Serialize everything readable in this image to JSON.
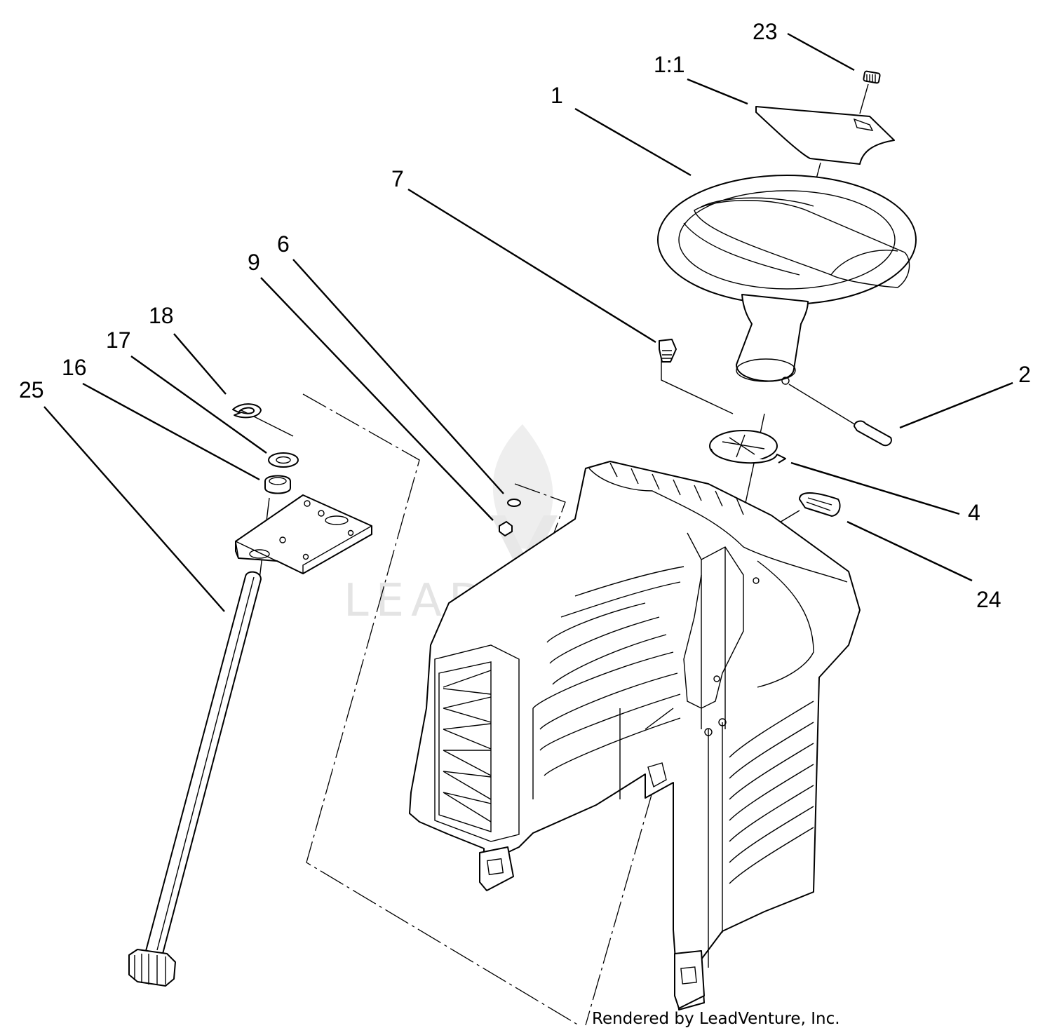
{
  "callouts": [
    {
      "id": "23",
      "text": "23"
    },
    {
      "id": "1-1",
      "text": "1:1"
    },
    {
      "id": "1",
      "text": "1"
    },
    {
      "id": "7",
      "text": "7"
    },
    {
      "id": "6",
      "text": "6"
    },
    {
      "id": "9",
      "text": "9"
    },
    {
      "id": "18",
      "text": "18"
    },
    {
      "id": "17",
      "text": "17"
    },
    {
      "id": "16",
      "text": "16"
    },
    {
      "id": "25",
      "text": "25"
    },
    {
      "id": "2",
      "text": "2"
    },
    {
      "id": "4",
      "text": "4"
    },
    {
      "id": "24",
      "text": "24"
    }
  ],
  "watermark": "LEADVENTURE",
  "credit": "Rendered by LeadVenture, Inc."
}
